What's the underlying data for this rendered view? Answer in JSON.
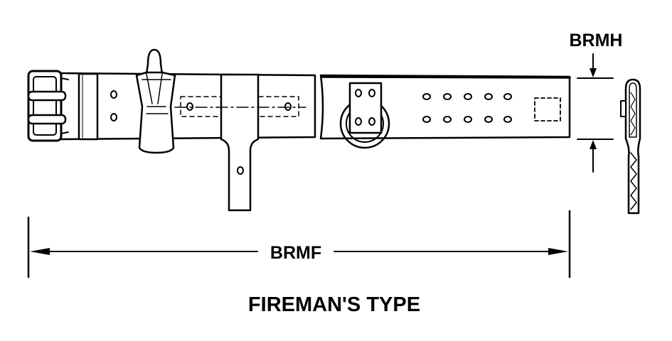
{
  "labels": {
    "height_dimension": "BRMH",
    "length_dimension": "BRMF",
    "caption": "FIREMAN'S TYPE"
  },
  "colors": {
    "ink": "#000000",
    "paper": "#ffffff"
  }
}
